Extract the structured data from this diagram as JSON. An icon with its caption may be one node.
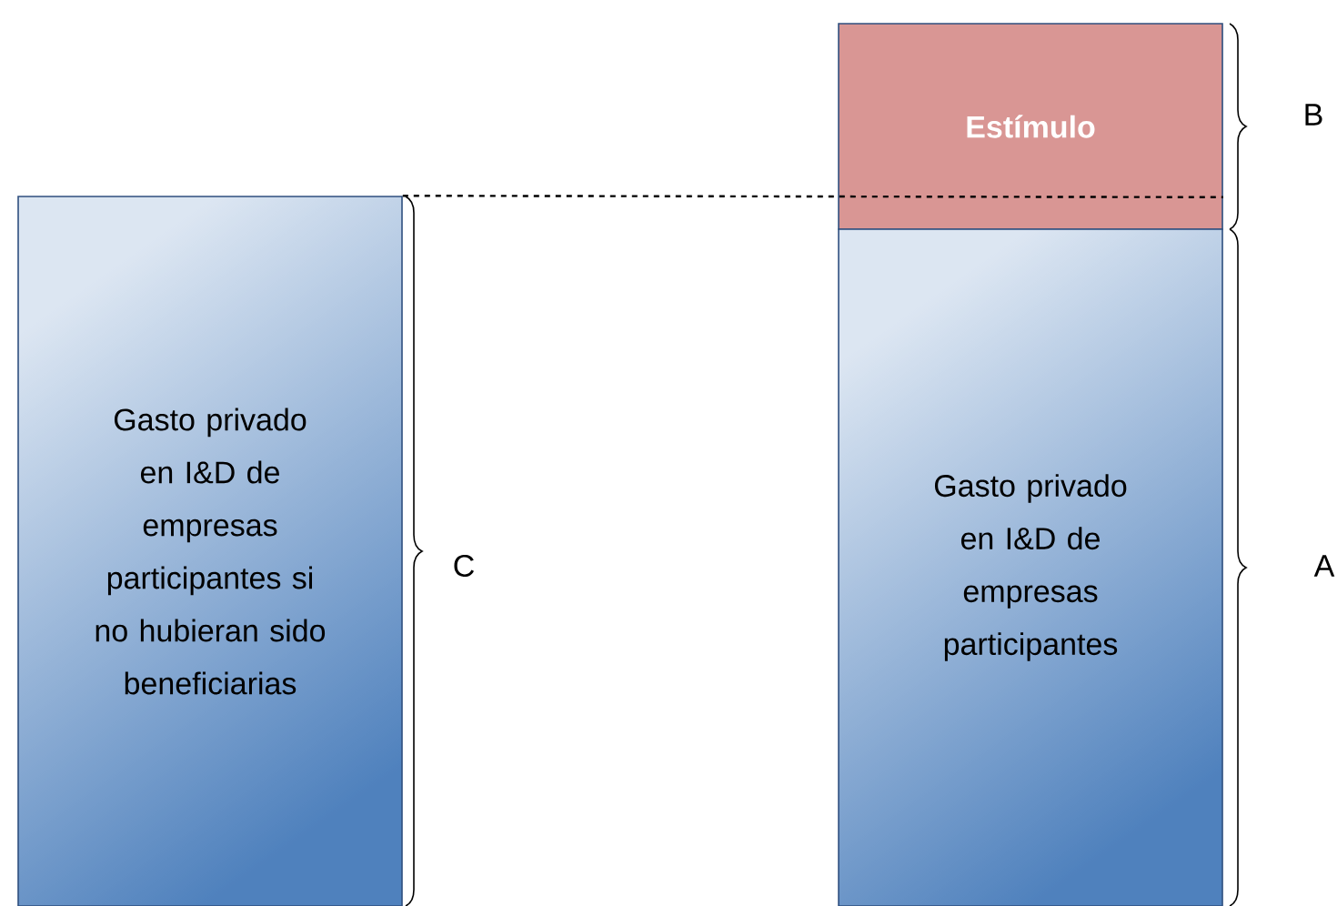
{
  "diagram": {
    "nodes": [
      {
        "text": [
          "Gasto privado en I&D de empresas participantes si no hubieran sido beneficiarias"
        ]
      },
      {
        "text": [
          "Estímulo"
        ]
      },
      {
        "text": [
          "Gasto privado en I&D de empresas participantes"
        ]
      }
    ],
    "edges": [
      {
        "from": 0,
        "to": 1,
        "arrow": "none",
        "style": "dashed"
      }
    ],
    "labels": [
      "B",
      "C",
      "A"
    ]
  }
}
